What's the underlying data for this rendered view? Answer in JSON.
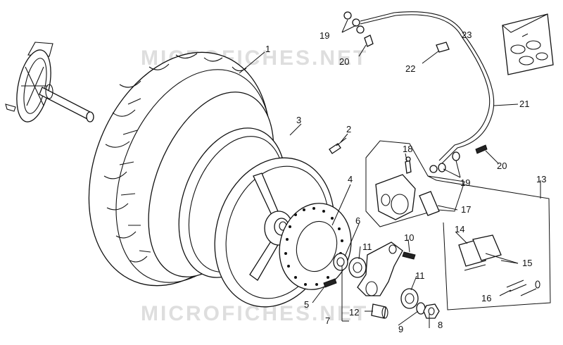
{
  "watermark": "MICROFICHES.NET",
  "labels": {
    "l1": "1",
    "l2": "2",
    "l3": "3",
    "l4": "4",
    "l5": "5",
    "l6": "6",
    "l7": "7",
    "l8": "8",
    "l9": "9",
    "l10": "10",
    "l11a": "11",
    "l11b": "11",
    "l12": "12",
    "l13": "13",
    "l14": "14",
    "l15": "15",
    "l16": "16",
    "l17": "17",
    "l18": "18",
    "l19a": "19",
    "l19b": "19",
    "l20a": "20",
    "l20b": "20",
    "l21": "21",
    "l22": "22",
    "l23": "23"
  }
}
